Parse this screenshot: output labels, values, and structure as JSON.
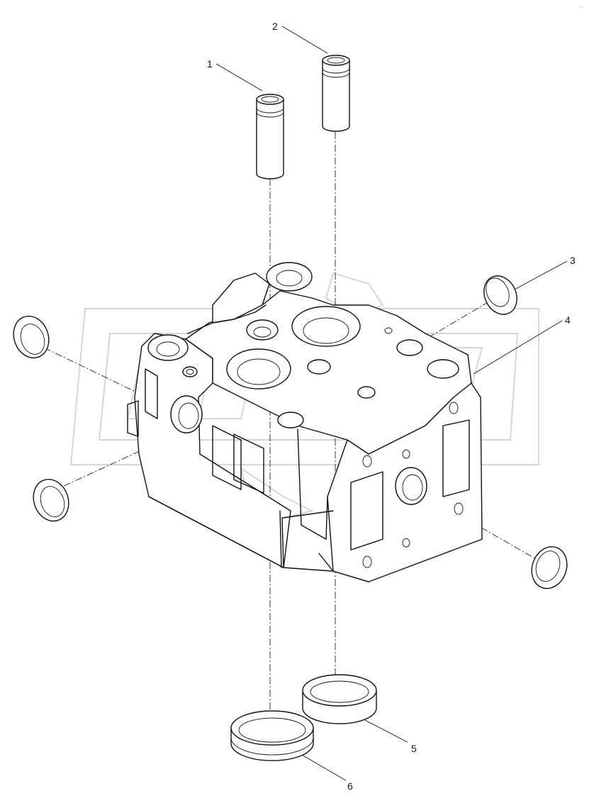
{
  "diagram": {
    "type": "exploded-parts-view",
    "callouts": [
      {
        "id": "1",
        "label": "1"
      },
      {
        "id": "2",
        "label": "2"
      },
      {
        "id": "3",
        "label": "3"
      },
      {
        "id": "4",
        "label": "4"
      },
      {
        "id": "5",
        "label": "5"
      },
      {
        "id": "6",
        "label": "6"
      }
    ],
    "corner_mark": "..",
    "watermark_logo": "logo-watermark"
  }
}
